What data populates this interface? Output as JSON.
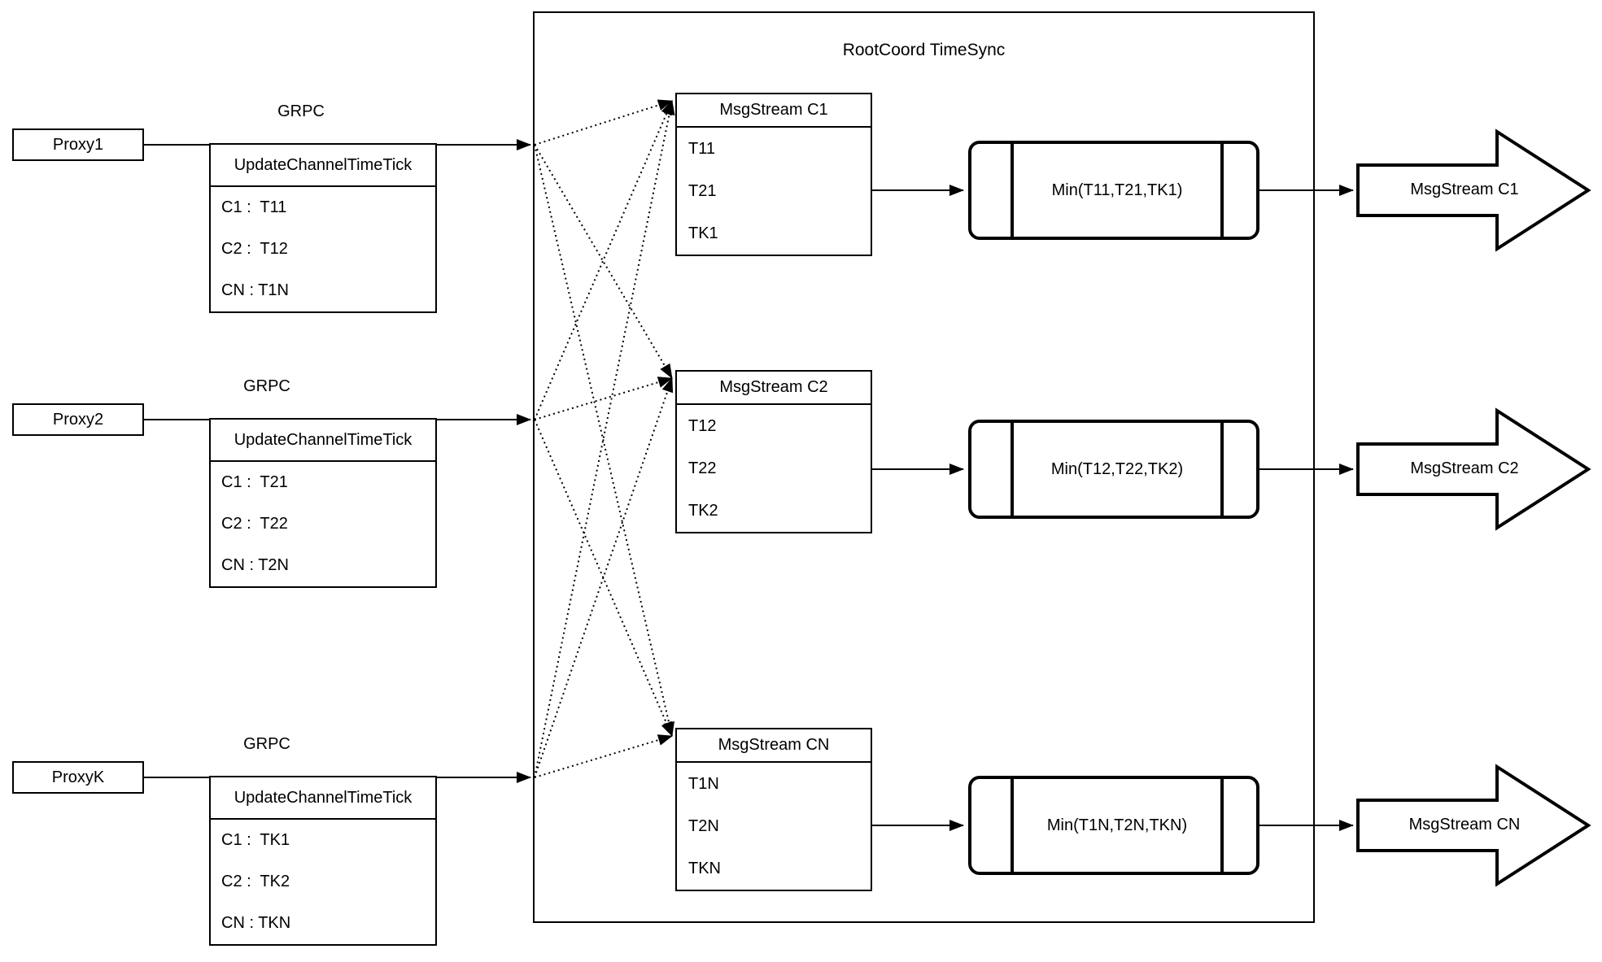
{
  "container": {
    "title": "RootCoord TimeSync"
  },
  "colors": {
    "stroke": "#000000",
    "background": "#ffffff"
  },
  "rows": [
    {
      "proxy_label": "Proxy1",
      "grpc_label": "GRPC",
      "update_table": {
        "header": "UpdateChannelTimeTick",
        "rows": [
          "C1 :  T11",
          "C2 :  T12",
          "CN : T1N"
        ]
      },
      "msgstream_table": {
        "header": "MsgStream C1",
        "rows": [
          "T11",
          "T21",
          "TK1"
        ]
      },
      "min_label": "Min(T11,T21,TK1)",
      "output_label": "MsgStream C1"
    },
    {
      "proxy_label": "Proxy2",
      "grpc_label": "GRPC",
      "update_table": {
        "header": "UpdateChannelTimeTick",
        "rows": [
          "C1 :  T21",
          "C2 :  T22",
          "CN : T2N"
        ]
      },
      "msgstream_table": {
        "header": "MsgStream C2",
        "rows": [
          "T12",
          "T22",
          "TK2"
        ]
      },
      "min_label": "Min(T12,T22,TK2)",
      "output_label": "MsgStream C2"
    },
    {
      "proxy_label": "ProxyK",
      "grpc_label": "GRPC",
      "update_table": {
        "header": "UpdateChannelTimeTick",
        "rows": [
          "C1 :  TK1",
          "C2 :  TK2",
          "CN : TKN"
        ]
      },
      "msgstream_table": {
        "header": "MsgStream CN",
        "rows": [
          "T1N",
          "T2N",
          "TKN"
        ]
      },
      "min_label": "Min(T1N,T2N,TKN)",
      "output_label": "MsgStream CN"
    }
  ]
}
